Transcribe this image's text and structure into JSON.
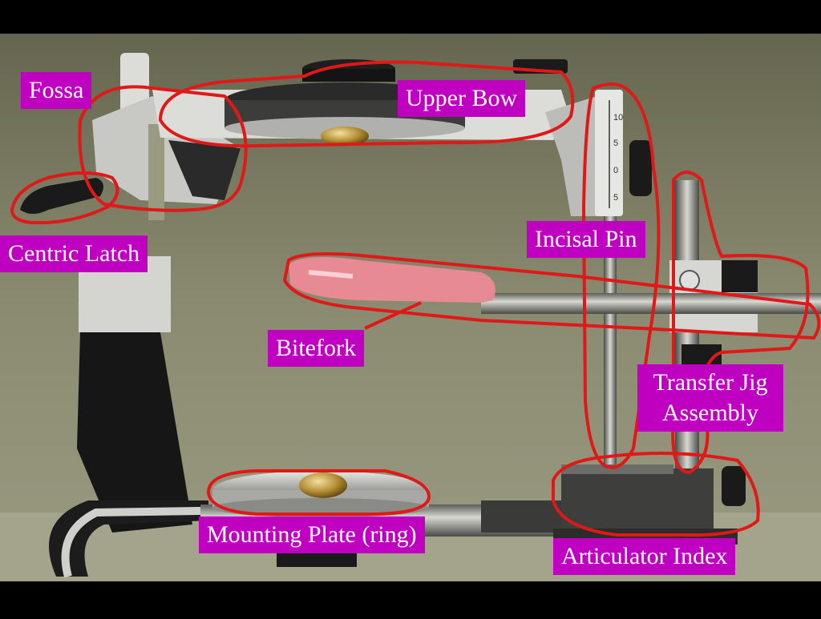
{
  "photo": {
    "subject": "dental articulator with face-bow transfer jig",
    "annotation_color": "#e01818",
    "label_bg": "#c000c0",
    "label_text_color": "#ffffff"
  },
  "labels": {
    "fossa": "Fossa",
    "upper_bow": "Upper Bow",
    "centric_latch": "Centric Latch",
    "incisal_pin": "Incisal Pin",
    "bitefork": "Bitefork",
    "transfer_jig_line1": "Transfer Jig",
    "transfer_jig_line2": "Assembly",
    "mounting_plate": "Mounting Plate (ring)",
    "articulator_index": "Articulator Index"
  },
  "incisal_scale": {
    "ticks": [
      "10",
      "5",
      "0",
      "5"
    ]
  }
}
